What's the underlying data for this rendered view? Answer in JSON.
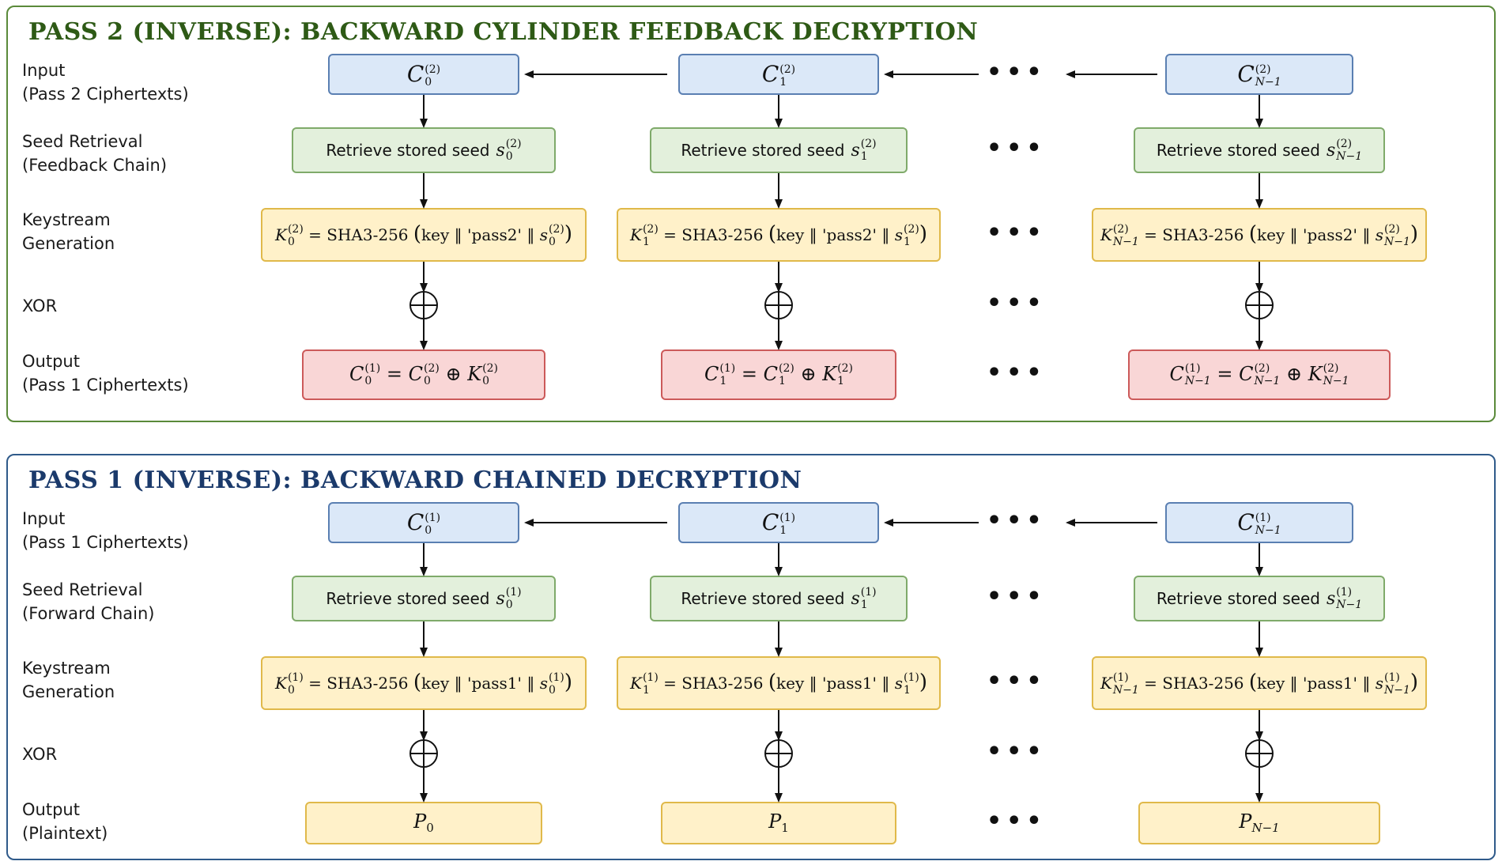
{
  "pass2": {
    "title": "PASS 2 (INVERSE): BACKWARD CYLINDER FEEDBACK DECRYPTION",
    "labels": {
      "input": [
        "Input",
        "(Pass 2 Ciphertexts)"
      ],
      "seed": [
        "Seed Retrieval",
        "(Feedback Chain)"
      ],
      "keystream": [
        "Keystream",
        "Generation"
      ],
      "xor": [
        "XOR"
      ],
      "output": [
        "Output",
        "(Pass 1 Ciphertexts)"
      ]
    },
    "seed_text": "Retrieve stored seed",
    "key_fn": "= SHA3-256",
    "key_word": "key",
    "pass_tag": "'pass2'",
    "sup": "(2)",
    "out_sup": "(1)"
  },
  "pass1": {
    "title": "PASS 1 (INVERSE): BACKWARD CHAINED DECRYPTION",
    "labels": {
      "input": [
        "Input",
        "(Pass 1 Ciphertexts)"
      ],
      "seed": [
        "Seed Retrieval",
        "(Forward Chain)"
      ],
      "keystream": [
        "Keystream",
        "Generation"
      ],
      "xor": [
        "XOR"
      ],
      "output": [
        "Output",
        "(Plaintext)"
      ]
    },
    "seed_text": "Retrieve stored seed",
    "key_fn": "= SHA3-256",
    "key_word": "key",
    "pass_tag": "'pass1'",
    "sup": "(1)"
  },
  "columns": [
    {
      "sub": "0"
    },
    {
      "sub": "1"
    },
    {
      "sub": "N−1"
    }
  ],
  "symbols": {
    "C": "C",
    "K": "K",
    "s": "s",
    "P": "P",
    "xor": "⊕",
    "eq": "=",
    "concat": "‖",
    "dots": "•••"
  },
  "colors": {
    "pass2_border": "#5a8a3a",
    "pass1_border": "#2f5a8a",
    "input_fill": "#dbe8f8",
    "seed_fill": "#e3f0dc",
    "key_fill": "#fff1c9",
    "output_fill": "#f9d6d6"
  }
}
